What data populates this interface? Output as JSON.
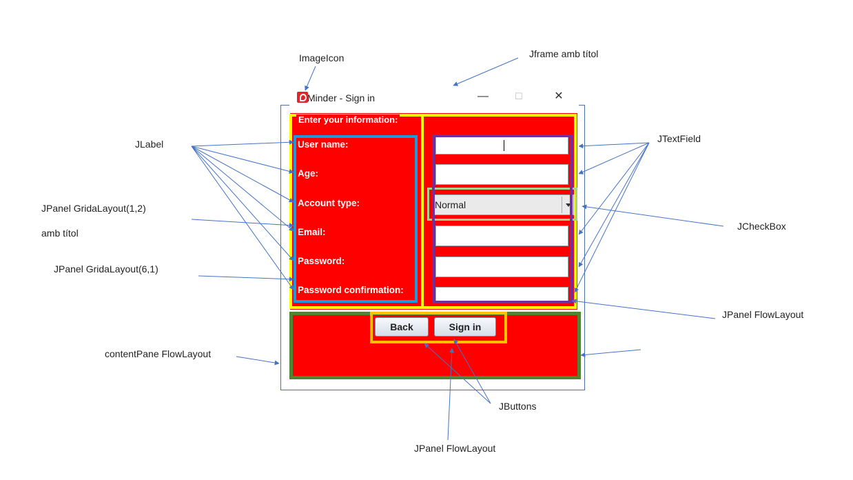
{
  "window": {
    "title": "Minder - Sign in",
    "minimize_glyph": "—",
    "maximize_glyph": "☐",
    "close_glyph": "✕"
  },
  "form": {
    "border_title": "Enter your information:",
    "labels": [
      "User name:",
      "Age:",
      "Account type:",
      "Email:",
      "Password:",
      "Password confirmation:"
    ],
    "account_type_value": "Normal",
    "back_label": "Back",
    "signin_label": "Sign in"
  },
  "annotations": {
    "image_icon": "ImageIcon",
    "jframe": "Jframe amb títol",
    "jlabel": "JLabel",
    "jtextfield": "JTextField",
    "grid12_line1": "JPanel GridaLayout(1,2)",
    "grid12_line2": "amb títol",
    "jcheckbox": "JCheckBox",
    "grid61": "JPanel GridaLayout(6,1)",
    "flow_right": "JPanel FlowLayout",
    "content_pane": "contentPane FlowLayout",
    "jbuttons": "JButtons",
    "flow_bottom": "JPanel FlowLayout"
  },
  "colors": {
    "panel_red": "#ff0000",
    "grid_outline_yellow": "#ffff00",
    "labels_outline_cyan": "#1e9ad6",
    "fields_outline_purple": "#7030a0",
    "combo_outline_green": "#a9d18e",
    "south_outline_green": "#548235",
    "buttons_outline_orange": "#ffc000",
    "arrow_blue": "#4472c4"
  }
}
